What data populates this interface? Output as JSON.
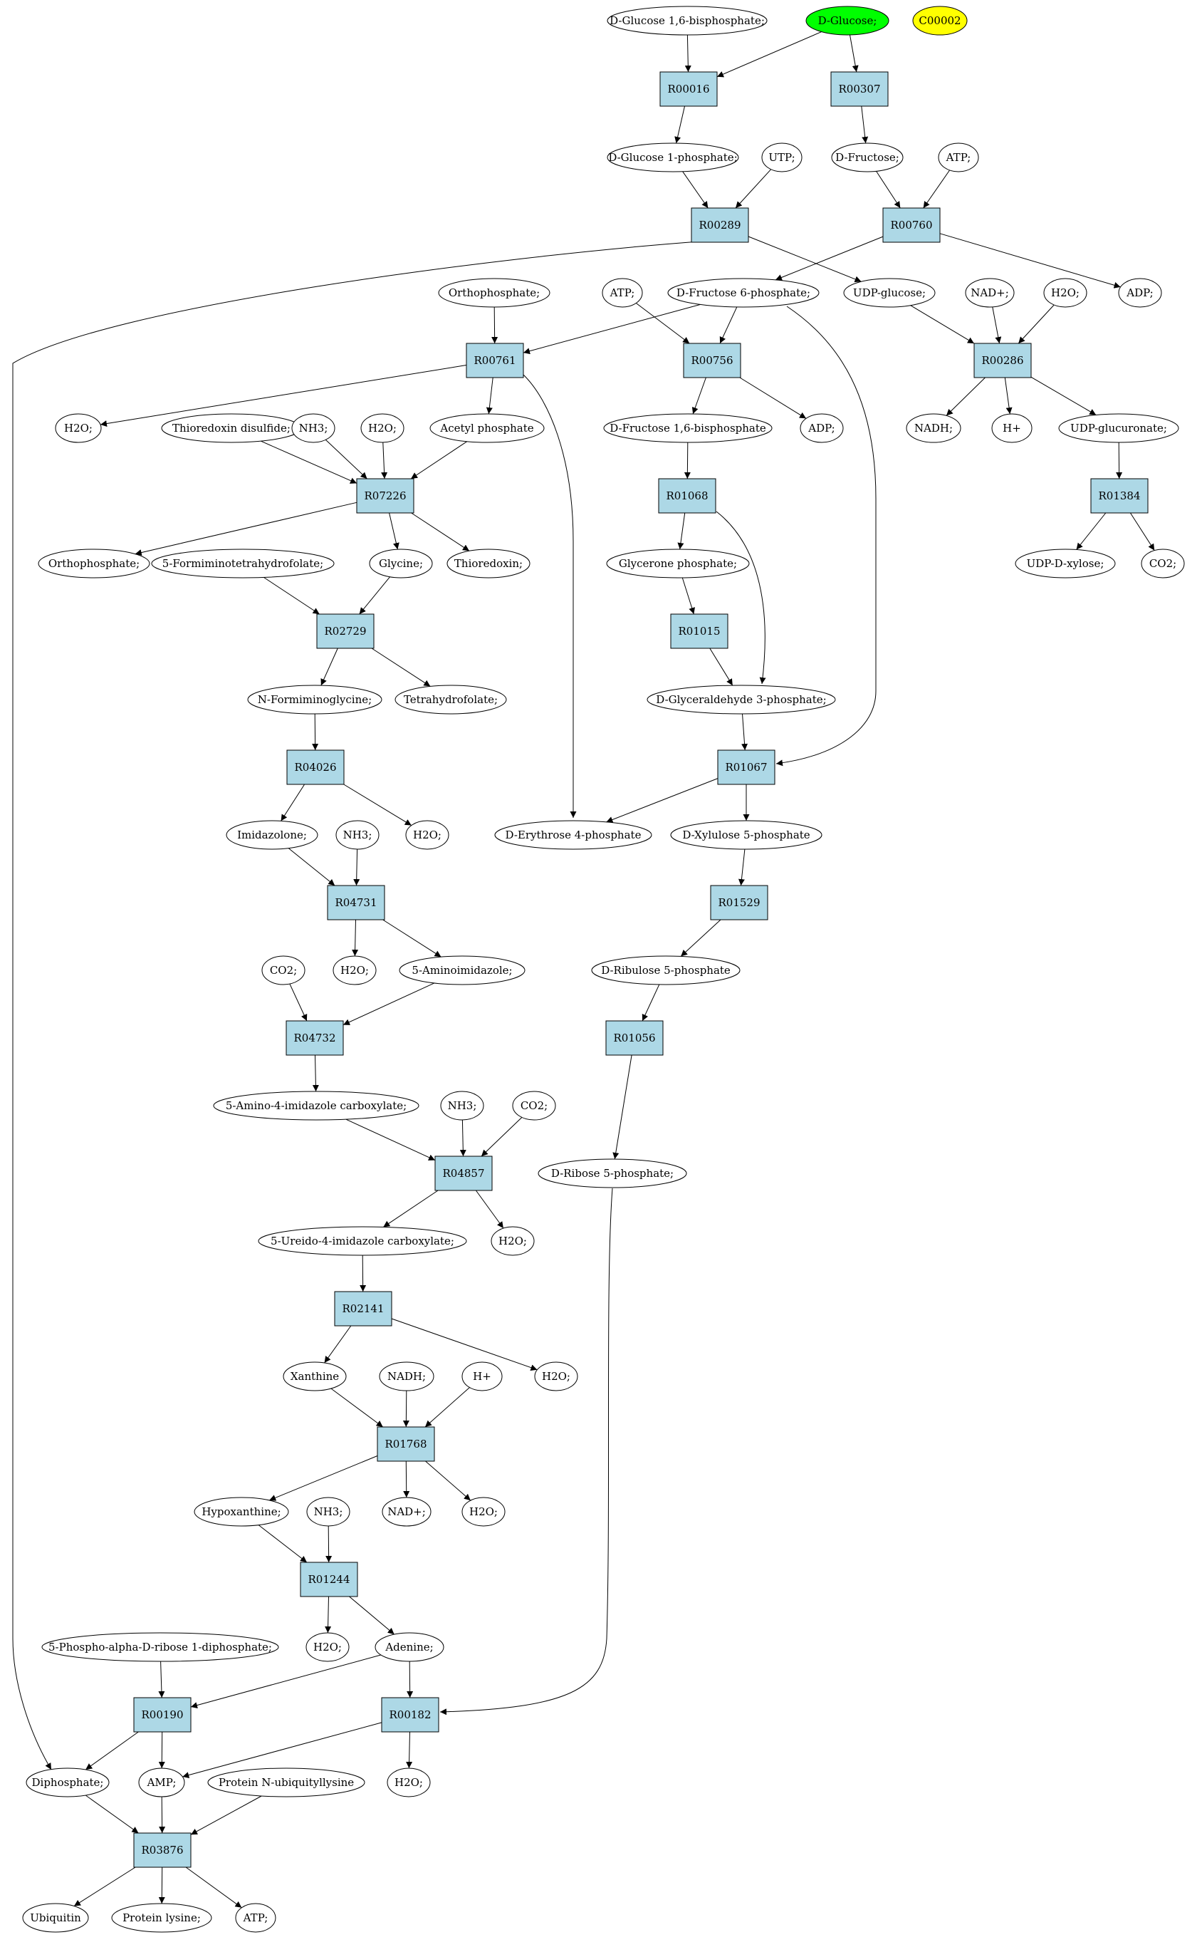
{
  "colors": {
    "reaction_fill": "#add8e6",
    "compound_fill": "#ffffff",
    "start_compound_fill": "#00ff00",
    "highlight_compound_fill": "#ffff00",
    "stroke": "#000000"
  },
  "nodes": [
    {
      "id": "c_dglc16bp",
      "kind": "compound",
      "label": "D-Glucose 1,6-bisphosphate;"
    },
    {
      "id": "c_dglucose",
      "kind": "compound",
      "label": "D-Glucose;",
      "style": "start"
    },
    {
      "id": "c_c00002",
      "kind": "compound",
      "label": "C00002",
      "style": "highlight"
    },
    {
      "id": "r_R00016",
      "kind": "reaction",
      "label": "R00016"
    },
    {
      "id": "r_R00307",
      "kind": "reaction",
      "label": "R00307"
    },
    {
      "id": "c_dglc1p",
      "kind": "compound",
      "label": "D-Glucose 1-phosphate;"
    },
    {
      "id": "c_utp",
      "kind": "compound",
      "label": "UTP;"
    },
    {
      "id": "c_dfructose",
      "kind": "compound",
      "label": "D-Fructose;"
    },
    {
      "id": "c_atp1",
      "kind": "compound",
      "label": "ATP;"
    },
    {
      "id": "r_R00289",
      "kind": "reaction",
      "label": "R00289"
    },
    {
      "id": "r_R00760",
      "kind": "reaction",
      "label": "R00760"
    },
    {
      "id": "c_ortho1",
      "kind": "compound",
      "label": "Orthophosphate;"
    },
    {
      "id": "c_atp2",
      "kind": "compound",
      "label": "ATP;"
    },
    {
      "id": "c_f6p",
      "kind": "compound",
      "label": "D-Fructose 6-phosphate;"
    },
    {
      "id": "c_udpglc",
      "kind": "compound",
      "label": "UDP-glucose;"
    },
    {
      "id": "c_nadp1",
      "kind": "compound",
      "label": "NAD+;"
    },
    {
      "id": "c_h2o1",
      "kind": "compound",
      "label": "H2O;"
    },
    {
      "id": "c_adp1",
      "kind": "compound",
      "label": "ADP;"
    },
    {
      "id": "r_R00761",
      "kind": "reaction",
      "label": "R00761"
    },
    {
      "id": "r_R00756",
      "kind": "reaction",
      "label": "R00756"
    },
    {
      "id": "r_R00286",
      "kind": "reaction",
      "label": "R00286"
    },
    {
      "id": "c_h2o2",
      "kind": "compound",
      "label": "H2O;"
    },
    {
      "id": "c_trxss",
      "kind": "compound",
      "label": "Thioredoxin disulfide;"
    },
    {
      "id": "c_nh3a",
      "kind": "compound",
      "label": "NH3;"
    },
    {
      "id": "c_h2o3",
      "kind": "compound",
      "label": "H2O;"
    },
    {
      "id": "c_acetp",
      "kind": "compound",
      "label": "Acetyl phosphate"
    },
    {
      "id": "c_f16bp",
      "kind": "compound",
      "label": "D-Fructose 1,6-bisphosphate"
    },
    {
      "id": "c_adp2",
      "kind": "compound",
      "label": "ADP;"
    },
    {
      "id": "c_nadh1",
      "kind": "compound",
      "label": "NADH;"
    },
    {
      "id": "c_hp1",
      "kind": "compound",
      "label": "H+"
    },
    {
      "id": "c_udpglcA",
      "kind": "compound",
      "label": "UDP-glucuronate;"
    },
    {
      "id": "r_R07226",
      "kind": "reaction",
      "label": "R07226"
    },
    {
      "id": "r_R01068",
      "kind": "reaction",
      "label": "R01068"
    },
    {
      "id": "r_R01384",
      "kind": "reaction",
      "label": "R01384"
    },
    {
      "id": "c_ortho2",
      "kind": "compound",
      "label": "Orthophosphate;"
    },
    {
      "id": "c_fthf",
      "kind": "compound",
      "label": "5-Formiminotetrahydrofolate;"
    },
    {
      "id": "c_glycine",
      "kind": "compound",
      "label": "Glycine;"
    },
    {
      "id": "c_trx",
      "kind": "compound",
      "label": "Thioredoxin;"
    },
    {
      "id": "c_dhap",
      "kind": "compound",
      "label": "Glycerone phosphate;"
    },
    {
      "id": "c_udpxyl",
      "kind": "compound",
      "label": "UDP-D-xylose;"
    },
    {
      "id": "c_co2a",
      "kind": "compound",
      "label": "CO2;"
    },
    {
      "id": "r_R02729",
      "kind": "reaction",
      "label": "R02729"
    },
    {
      "id": "r_R01015",
      "kind": "reaction",
      "label": "R01015"
    },
    {
      "id": "c_nfgly",
      "kind": "compound",
      "label": "N-Formiminoglycine;"
    },
    {
      "id": "c_thf",
      "kind": "compound",
      "label": "Tetrahydrofolate;"
    },
    {
      "id": "c_g3p",
      "kind": "compound",
      "label": "D-Glyceraldehyde 3-phosphate;"
    },
    {
      "id": "r_R04026",
      "kind": "reaction",
      "label": "R04026"
    },
    {
      "id": "r_R01067",
      "kind": "reaction",
      "label": "R01067"
    },
    {
      "id": "c_imidazolone",
      "kind": "compound",
      "label": "Imidazolone;"
    },
    {
      "id": "c_nh3b",
      "kind": "compound",
      "label": "NH3;"
    },
    {
      "id": "c_h2o4",
      "kind": "compound",
      "label": "H2O;"
    },
    {
      "id": "c_e4p",
      "kind": "compound",
      "label": "D-Erythrose 4-phosphate"
    },
    {
      "id": "c_xu5p",
      "kind": "compound",
      "label": "D-Xylulose 5-phosphate"
    },
    {
      "id": "r_R04731",
      "kind": "reaction",
      "label": "R04731"
    },
    {
      "id": "r_R01529",
      "kind": "reaction",
      "label": "R01529"
    },
    {
      "id": "c_co2b",
      "kind": "compound",
      "label": "CO2;"
    },
    {
      "id": "c_h2o5",
      "kind": "compound",
      "label": "H2O;"
    },
    {
      "id": "c_5ai",
      "kind": "compound",
      "label": "5-Aminoimidazole;"
    },
    {
      "id": "c_ru5p",
      "kind": "compound",
      "label": "D-Ribulose 5-phosphate"
    },
    {
      "id": "r_R04732",
      "kind": "reaction",
      "label": "R04732"
    },
    {
      "id": "r_R01056",
      "kind": "reaction",
      "label": "R01056"
    },
    {
      "id": "c_aic",
      "kind": "compound",
      "label": "5-Amino-4-imidazole carboxylate;"
    },
    {
      "id": "c_nh3c",
      "kind": "compound",
      "label": "NH3;"
    },
    {
      "id": "c_co2c",
      "kind": "compound",
      "label": "CO2;"
    },
    {
      "id": "c_r5p",
      "kind": "compound",
      "label": "D-Ribose 5-phosphate;"
    },
    {
      "id": "r_R04857",
      "kind": "reaction",
      "label": "R04857"
    },
    {
      "id": "c_uic",
      "kind": "compound",
      "label": "5-Ureido-4-imidazole carboxylate;"
    },
    {
      "id": "c_h2o6",
      "kind": "compound",
      "label": "H2O;"
    },
    {
      "id": "r_R02141",
      "kind": "reaction",
      "label": "R02141"
    },
    {
      "id": "c_xanthine",
      "kind": "compound",
      "label": "Xanthine"
    },
    {
      "id": "c_nadh2",
      "kind": "compound",
      "label": "NADH;"
    },
    {
      "id": "c_hp2",
      "kind": "compound",
      "label": "H+"
    },
    {
      "id": "c_h2o7",
      "kind": "compound",
      "label": "H2O;"
    },
    {
      "id": "r_R01768",
      "kind": "reaction",
      "label": "R01768"
    },
    {
      "id": "c_hypox",
      "kind": "compound",
      "label": "Hypoxanthine;"
    },
    {
      "id": "c_nh3d",
      "kind": "compound",
      "label": "NH3;"
    },
    {
      "id": "c_nadp2",
      "kind": "compound",
      "label": "NAD+;"
    },
    {
      "id": "c_h2o8",
      "kind": "compound",
      "label": "H2O;"
    },
    {
      "id": "r_R01244",
      "kind": "reaction",
      "label": "R01244"
    },
    {
      "id": "c_prpp",
      "kind": "compound",
      "label": "5-Phospho-alpha-D-ribose 1-diphosphate;"
    },
    {
      "id": "c_h2o9",
      "kind": "compound",
      "label": "H2O;"
    },
    {
      "id": "c_adenine",
      "kind": "compound",
      "label": "Adenine;"
    },
    {
      "id": "r_R00190",
      "kind": "reaction",
      "label": "R00190"
    },
    {
      "id": "r_R00182",
      "kind": "reaction",
      "label": "R00182"
    },
    {
      "id": "c_diphos",
      "kind": "compound",
      "label": "Diphosphate;"
    },
    {
      "id": "c_amp",
      "kind": "compound",
      "label": "AMP;"
    },
    {
      "id": "c_protub",
      "kind": "compound",
      "label": "Protein N-ubiquityllysine"
    },
    {
      "id": "c_h2o10",
      "kind": "compound",
      "label": "H2O;"
    },
    {
      "id": "r_R03876",
      "kind": "reaction",
      "label": "R03876"
    },
    {
      "id": "c_ubiquitin",
      "kind": "compound",
      "label": "Ubiquitin"
    },
    {
      "id": "c_protlys",
      "kind": "compound",
      "label": "Protein lysine;"
    },
    {
      "id": "c_atp3",
      "kind": "compound",
      "label": "ATP;"
    }
  ],
  "edges": [
    [
      "c_dglc16bp",
      "r_R00016"
    ],
    [
      "c_dglucose",
      "r_R00016"
    ],
    [
      "c_dglucose",
      "r_R00307"
    ],
    [
      "r_R00016",
      "c_dglc1p"
    ],
    [
      "r_R00307",
      "c_dfructose"
    ],
    [
      "c_dglc1p",
      "r_R00289"
    ],
    [
      "c_utp",
      "r_R00289"
    ],
    [
      "c_dfructose",
      "r_R00760"
    ],
    [
      "c_atp1",
      "r_R00760"
    ],
    [
      "r_R00289",
      "c_udpglc"
    ],
    [
      "r_R00289",
      "c_diphos"
    ],
    [
      "r_R00760",
      "c_f6p"
    ],
    [
      "r_R00760",
      "c_adp1"
    ],
    [
      "c_ortho1",
      "r_R00761"
    ],
    [
      "c_f6p",
      "r_R00761"
    ],
    [
      "c_atp2",
      "r_R00756"
    ],
    [
      "c_f6p",
      "r_R00756"
    ],
    [
      "c_f6p",
      "r_R01067"
    ],
    [
      "c_udpglc",
      "r_R00286"
    ],
    [
      "c_nadp1",
      "r_R00286"
    ],
    [
      "c_h2o1",
      "r_R00286"
    ],
    [
      "r_R00761",
      "c_h2o2"
    ],
    [
      "r_R00761",
      "c_acetp"
    ],
    [
      "r_R00761",
      "c_e4p"
    ],
    [
      "r_R00756",
      "c_f16bp"
    ],
    [
      "r_R00756",
      "c_adp2"
    ],
    [
      "r_R00286",
      "c_nadh1"
    ],
    [
      "r_R00286",
      "c_hp1"
    ],
    [
      "r_R00286",
      "c_udpglcA"
    ],
    [
      "c_trxss",
      "r_R07226"
    ],
    [
      "c_nh3a",
      "r_R07226"
    ],
    [
      "c_h2o3",
      "r_R07226"
    ],
    [
      "c_acetp",
      "r_R07226"
    ],
    [
      "c_f16bp",
      "r_R01068"
    ],
    [
      "c_udpglcA",
      "r_R01384"
    ],
    [
      "r_R07226",
      "c_ortho2"
    ],
    [
      "r_R07226",
      "c_glycine"
    ],
    [
      "r_R07226",
      "c_trx"
    ],
    [
      "r_R01068",
      "c_dhap"
    ],
    [
      "r_R01068",
      "c_g3p"
    ],
    [
      "r_R01384",
      "c_udpxyl"
    ],
    [
      "r_R01384",
      "c_co2a"
    ],
    [
      "c_fthf",
      "r_R02729"
    ],
    [
      "c_glycine",
      "r_R02729"
    ],
    [
      "c_dhap",
      "r_R01015"
    ],
    [
      "r_R02729",
      "c_nfgly"
    ],
    [
      "r_R02729",
      "c_thf"
    ],
    [
      "r_R01015",
      "c_g3p"
    ],
    [
      "c_nfgly",
      "r_R04026"
    ],
    [
      "c_g3p",
      "r_R01067"
    ],
    [
      "r_R04026",
      "c_imidazolone"
    ],
    [
      "r_R04026",
      "c_h2o4"
    ],
    [
      "r_R01067",
      "c_e4p"
    ],
    [
      "r_R01067",
      "c_xu5p"
    ],
    [
      "c_imidazolone",
      "r_R04731"
    ],
    [
      "c_nh3b",
      "r_R04731"
    ],
    [
      "c_xu5p",
      "r_R01529"
    ],
    [
      "r_R04731",
      "c_h2o5"
    ],
    [
      "r_R04731",
      "c_5ai"
    ],
    [
      "r_R01529",
      "c_ru5p"
    ],
    [
      "c_co2b",
      "r_R04732"
    ],
    [
      "c_5ai",
      "r_R04732"
    ],
    [
      "c_ru5p",
      "r_R01056"
    ],
    [
      "r_R04732",
      "c_aic"
    ],
    [
      "r_R01056",
      "c_r5p"
    ],
    [
      "c_aic",
      "r_R04857"
    ],
    [
      "c_nh3c",
      "r_R04857"
    ],
    [
      "c_co2c",
      "r_R04857"
    ],
    [
      "r_R04857",
      "c_uic"
    ],
    [
      "r_R04857",
      "c_h2o6"
    ],
    [
      "c_uic",
      "r_R02141"
    ],
    [
      "r_R02141",
      "c_xanthine"
    ],
    [
      "r_R02141",
      "c_h2o7"
    ],
    [
      "c_xanthine",
      "r_R01768"
    ],
    [
      "c_nadh2",
      "r_R01768"
    ],
    [
      "c_hp2",
      "r_R01768"
    ],
    [
      "r_R01768",
      "c_hypox"
    ],
    [
      "r_R01768",
      "c_nadp2"
    ],
    [
      "r_R01768",
      "c_h2o8"
    ],
    [
      "c_hypox",
      "r_R01244"
    ],
    [
      "c_nh3d",
      "r_R01244"
    ],
    [
      "r_R01244",
      "c_h2o9"
    ],
    [
      "r_R01244",
      "c_adenine"
    ],
    [
      "c_prpp",
      "r_R00190"
    ],
    [
      "c_adenine",
      "r_R00190"
    ],
    [
      "c_adenine",
      "r_R00182"
    ],
    [
      "c_r5p",
      "r_R00182"
    ],
    [
      "r_R00190",
      "c_diphos"
    ],
    [
      "r_R00190",
      "c_amp"
    ],
    [
      "r_R00182",
      "c_amp"
    ],
    [
      "r_R00182",
      "c_h2o10"
    ],
    [
      "c_diphos",
      "r_R03876"
    ],
    [
      "c_amp",
      "r_R03876"
    ],
    [
      "c_protub",
      "r_R03876"
    ],
    [
      "r_R03876",
      "c_ubiquitin"
    ],
    [
      "r_R03876",
      "c_protlys"
    ],
    [
      "r_R03876",
      "c_atp3"
    ]
  ]
}
